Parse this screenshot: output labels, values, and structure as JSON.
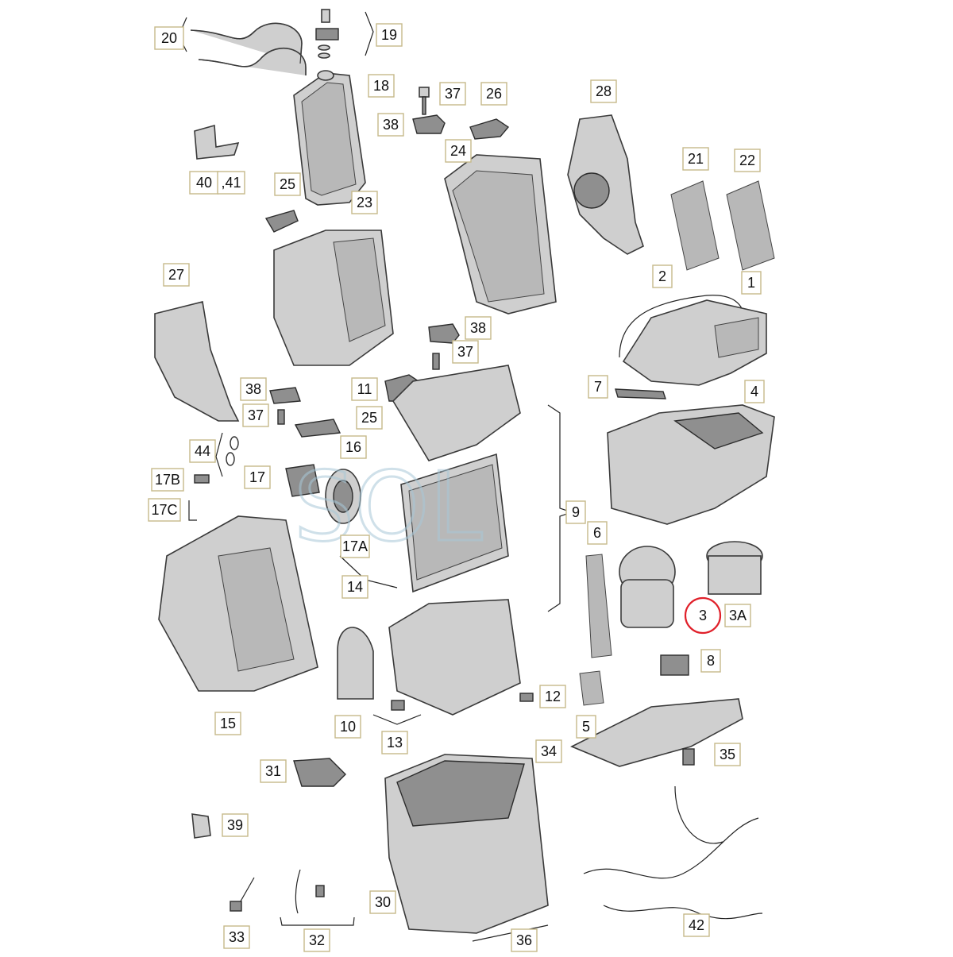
{
  "diagram": {
    "watermark": "SOL",
    "highlight_color": "#e0202a",
    "label_border_color": "#c6b98a",
    "callouts": [
      {
        "id": "c20",
        "text": "20"
      },
      {
        "id": "c19",
        "text": "19"
      },
      {
        "id": "c18",
        "text": "18"
      },
      {
        "id": "c37a",
        "text": "37"
      },
      {
        "id": "c26",
        "text": "26"
      },
      {
        "id": "c28",
        "text": "28"
      },
      {
        "id": "c38a",
        "text": "38"
      },
      {
        "id": "c24",
        "text": "24"
      },
      {
        "id": "c21",
        "text": "21"
      },
      {
        "id": "c22",
        "text": "22"
      },
      {
        "id": "c40",
        "text": "40"
      },
      {
        "id": "c41",
        "text": ",41"
      },
      {
        "id": "c25a",
        "text": "25"
      },
      {
        "id": "c23",
        "text": "23"
      },
      {
        "id": "c27",
        "text": "27"
      },
      {
        "id": "c2",
        "text": "2"
      },
      {
        "id": "c1",
        "text": "1"
      },
      {
        "id": "c38b",
        "text": "38"
      },
      {
        "id": "c37b",
        "text": "37"
      },
      {
        "id": "c11",
        "text": "11"
      },
      {
        "id": "c38c",
        "text": "38"
      },
      {
        "id": "c37c",
        "text": "37"
      },
      {
        "id": "c25b",
        "text": "25"
      },
      {
        "id": "c7",
        "text": "7"
      },
      {
        "id": "c4",
        "text": "4"
      },
      {
        "id": "c44",
        "text": "44"
      },
      {
        "id": "c16",
        "text": "16"
      },
      {
        "id": "c17",
        "text": "17"
      },
      {
        "id": "c17b",
        "text": "17B"
      },
      {
        "id": "c17c",
        "text": "17C"
      },
      {
        "id": "c17a",
        "text": "17A"
      },
      {
        "id": "c9",
        "text": "9"
      },
      {
        "id": "c6",
        "text": "6"
      },
      {
        "id": "c14",
        "text": "14"
      },
      {
        "id": "c3",
        "text": "3"
      },
      {
        "id": "c3a",
        "text": "3A"
      },
      {
        "id": "c8",
        "text": "8"
      },
      {
        "id": "c15",
        "text": "15"
      },
      {
        "id": "c10",
        "text": "10"
      },
      {
        "id": "c12",
        "text": "12"
      },
      {
        "id": "c5",
        "text": "5"
      },
      {
        "id": "c13",
        "text": "13"
      },
      {
        "id": "c34",
        "text": "34"
      },
      {
        "id": "c35",
        "text": "35"
      },
      {
        "id": "c31",
        "text": "31"
      },
      {
        "id": "c39",
        "text": "39"
      },
      {
        "id": "c30",
        "text": "30"
      },
      {
        "id": "c42",
        "text": "42"
      },
      {
        "id": "c33",
        "text": "33"
      },
      {
        "id": "c32",
        "text": "32"
      },
      {
        "id": "c36",
        "text": "36"
      }
    ]
  }
}
